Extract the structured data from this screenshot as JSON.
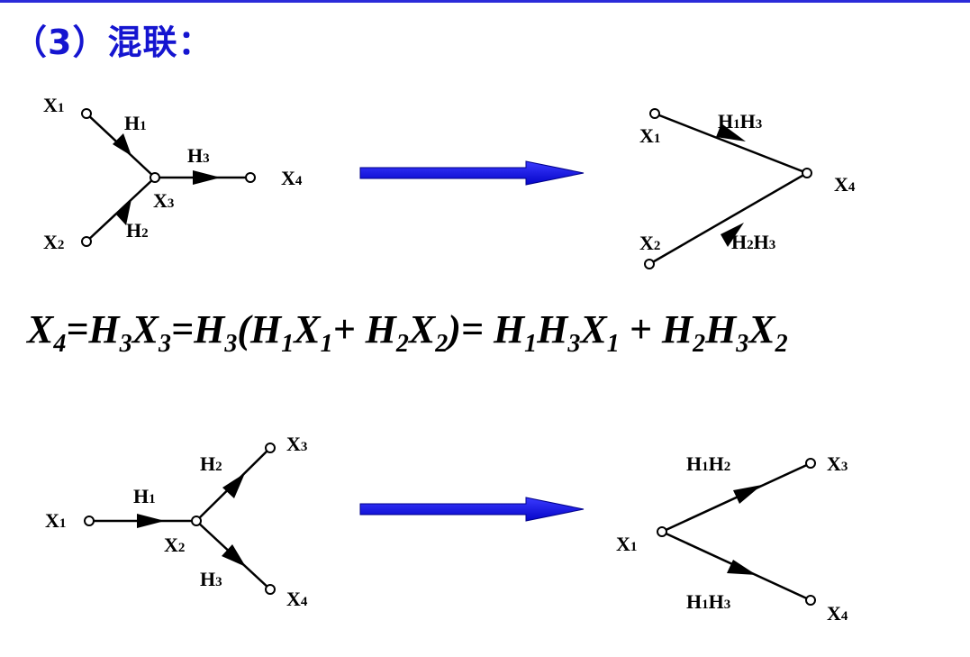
{
  "header": {
    "title": "（3）混联："
  },
  "colors": {
    "title": "#1515d0",
    "transform_arrow": "#0b0bd9",
    "rule": "#2b2bd9"
  },
  "diagram1_left": {
    "nodes": {
      "x1": "X1",
      "x2": "X2",
      "x3": "X3",
      "x4": "X4"
    },
    "edges": {
      "h1": "H1",
      "h2": "H2",
      "h3": "H3"
    }
  },
  "diagram1_right": {
    "nodes": {
      "x1": "X1",
      "x2": "X2",
      "x4": "X4"
    },
    "edges": {
      "h1h3": "H1H3",
      "h2h3": "H2H3"
    }
  },
  "equation": "X4=H3X3=H3(H1X1+ H2X2)= H1H3X1 + H2H3X2",
  "diagram2_left": {
    "nodes": {
      "x1": "X1",
      "x2": "X2",
      "x3": "X3",
      "x4": "X4"
    },
    "edges": {
      "h1": "H1",
      "h2": "H2",
      "h3": "H3"
    }
  },
  "diagram2_right": {
    "nodes": {
      "x1": "X1",
      "x3": "X3",
      "x4": "X4"
    },
    "edges": {
      "h1h2": "H1H2",
      "h1h3": "H1H3"
    }
  }
}
